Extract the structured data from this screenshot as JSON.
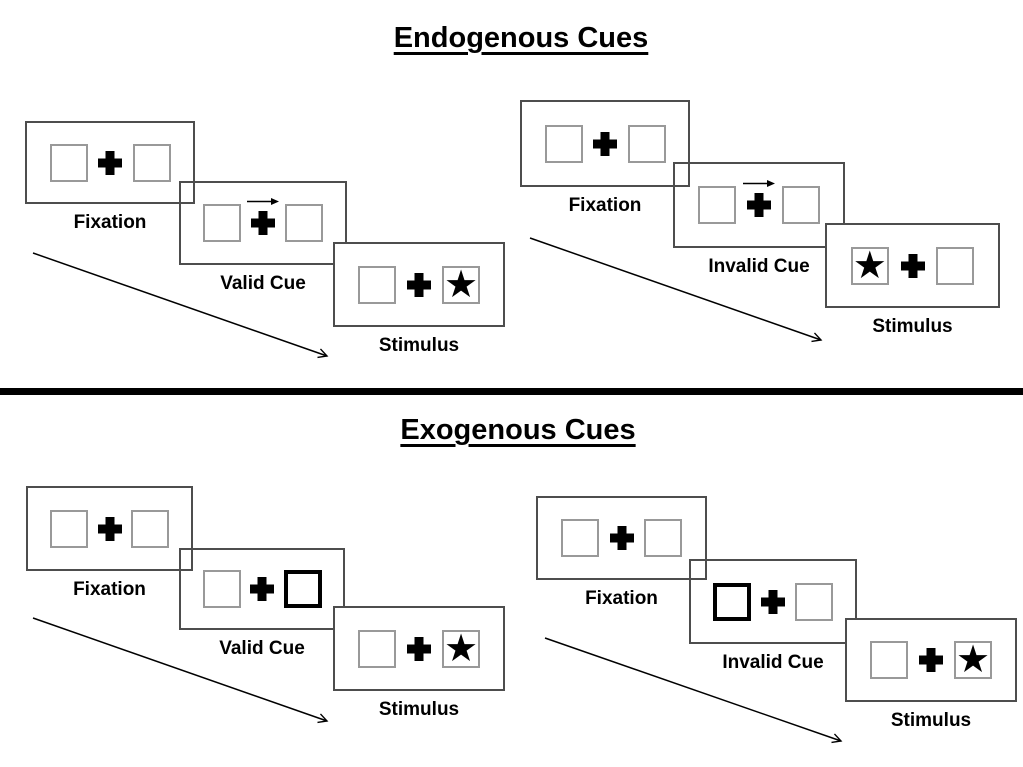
{
  "sections": [
    {
      "id": "endogenous",
      "title": "Endogenous Cues",
      "groups": [
        {
          "id": "valid",
          "panels": [
            {
              "label": "Fixation",
              "left_box": "empty",
              "right_box": "empty",
              "cue": "none"
            },
            {
              "label": "Valid Cue",
              "left_box": "empty",
              "right_box": "empty",
              "cue": "central-arrow-pointing-right"
            },
            {
              "label": "Stimulus",
              "left_box": "empty",
              "right_box": "star",
              "cue": "none"
            }
          ]
        },
        {
          "id": "invalid",
          "panels": [
            {
              "label": "Fixation",
              "left_box": "empty",
              "right_box": "empty",
              "cue": "none"
            },
            {
              "label": "Invalid Cue",
              "left_box": "empty",
              "right_box": "empty",
              "cue": "central-arrow-pointing-right"
            },
            {
              "label": "Stimulus",
              "left_box": "star",
              "right_box": "empty",
              "cue": "none"
            }
          ]
        }
      ]
    },
    {
      "id": "exogenous",
      "title": "Exogenous Cues",
      "groups": [
        {
          "id": "valid",
          "panels": [
            {
              "label": "Fixation",
              "left_box": "empty",
              "right_box": "empty",
              "cue": "none"
            },
            {
              "label": "Valid Cue",
              "left_box": "empty",
              "right_box": "empty",
              "cue": "thick-outline-right-box"
            },
            {
              "label": "Stimulus",
              "left_box": "empty",
              "right_box": "star",
              "cue": "none"
            }
          ]
        },
        {
          "id": "invalid",
          "panels": [
            {
              "label": "Fixation",
              "left_box": "empty",
              "right_box": "empty",
              "cue": "none"
            },
            {
              "label": "Invalid Cue",
              "left_box": "empty",
              "right_box": "empty",
              "cue": "thick-outline-left-box"
            },
            {
              "label": "Stimulus",
              "left_box": "empty",
              "right_box": "star",
              "cue": "none"
            }
          ]
        }
      ]
    }
  ],
  "icons": {
    "star": "★",
    "fixation_cross": "heavy-plus",
    "cue_arrow": "→"
  },
  "colors": {
    "ink": "#000000",
    "panel_border": "#4d4d4d",
    "box_border": "#999999",
    "background": "#ffffff"
  }
}
